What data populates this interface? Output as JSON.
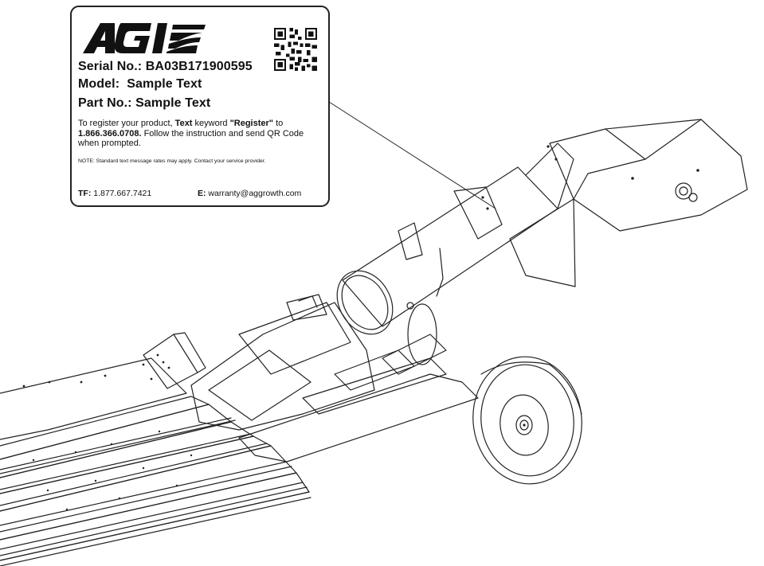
{
  "decal": {
    "brand": "AGI",
    "serial_label": "Serial No.:",
    "serial_value": "BA03B171900595",
    "model_label": "Model:",
    "model_value": "Sample Text",
    "part_label": "Part No.:",
    "part_value": "Sample Text",
    "register_1": "To register your product, ",
    "register_2": "Text",
    "register_3": " keyword ",
    "register_4": "\"Register\"",
    "register_5": " to ",
    "register_6": "1.866.366.0708.",
    "register_7": " Follow the instruction and send QR Code when prompted.",
    "note": "NOTE: Standard text message rates may apply. Contact your service provider.",
    "tf_label": "TF:",
    "tf_value": "1.877.667.7421",
    "email_label": "E:",
    "email_value": "warranty@aggrowth.com"
  },
  "icons": {
    "logo": "agi-logo-icon",
    "qr": "qr-code-icon"
  },
  "colors": {
    "ink": "#111111",
    "background": "#ffffff"
  }
}
